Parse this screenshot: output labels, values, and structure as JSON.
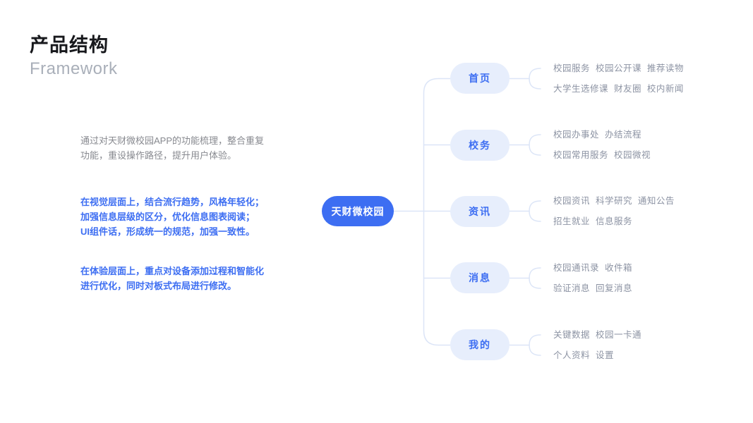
{
  "page": {
    "title": "产品结构",
    "subtitle": "Framework"
  },
  "intro": {
    "paragraph1": "通过对天财微校园APP的功能梳理，整合重复\n功能，重设操作路径，提升用户体验。",
    "paragraph2": "在视觉层面上，结合流行趋势，风格年轻化；\n加强信息层级的区分，优化信息图表阅读；\nUI组件话，形成统一的规范，加强一致性。",
    "paragraph3": "在体验层面上，重点对设备添加过程和智能化\n进行优化，同时对板式布局进行修改。"
  },
  "mindmap": {
    "root": {
      "label": "天财微校园"
    },
    "branches": [
      {
        "label": "首页",
        "leaves": [
          "校园服务  校园公开课  推荐读物",
          "大学生选修课  财友圈  校内新闻"
        ]
      },
      {
        "label": "校务",
        "leaves": [
          "校园办事处  办结流程",
          "校园常用服务  校园微视"
        ]
      },
      {
        "label": "资讯",
        "leaves": [
          "校园资讯  科学研究  通知公告",
          "招生就业  信息服务"
        ]
      },
      {
        "label": "消息",
        "leaves": [
          "校园通讯录  收件箱",
          "验证消息  回复消息"
        ]
      },
      {
        "label": "我的",
        "leaves": [
          "关键数据  校园一卡通",
          "个人资料  设置"
        ]
      }
    ]
  },
  "colors": {
    "accent_blue": "#3d6ef2",
    "branch_pill_bg": "#e7eefc",
    "connector_line": "#dce5f7",
    "leaf_text": "#8c93a3",
    "muted_text": "#87898f",
    "subtitle_text": "#a9afb9",
    "title_text": "#17181c",
    "background": "#ffffff"
  }
}
